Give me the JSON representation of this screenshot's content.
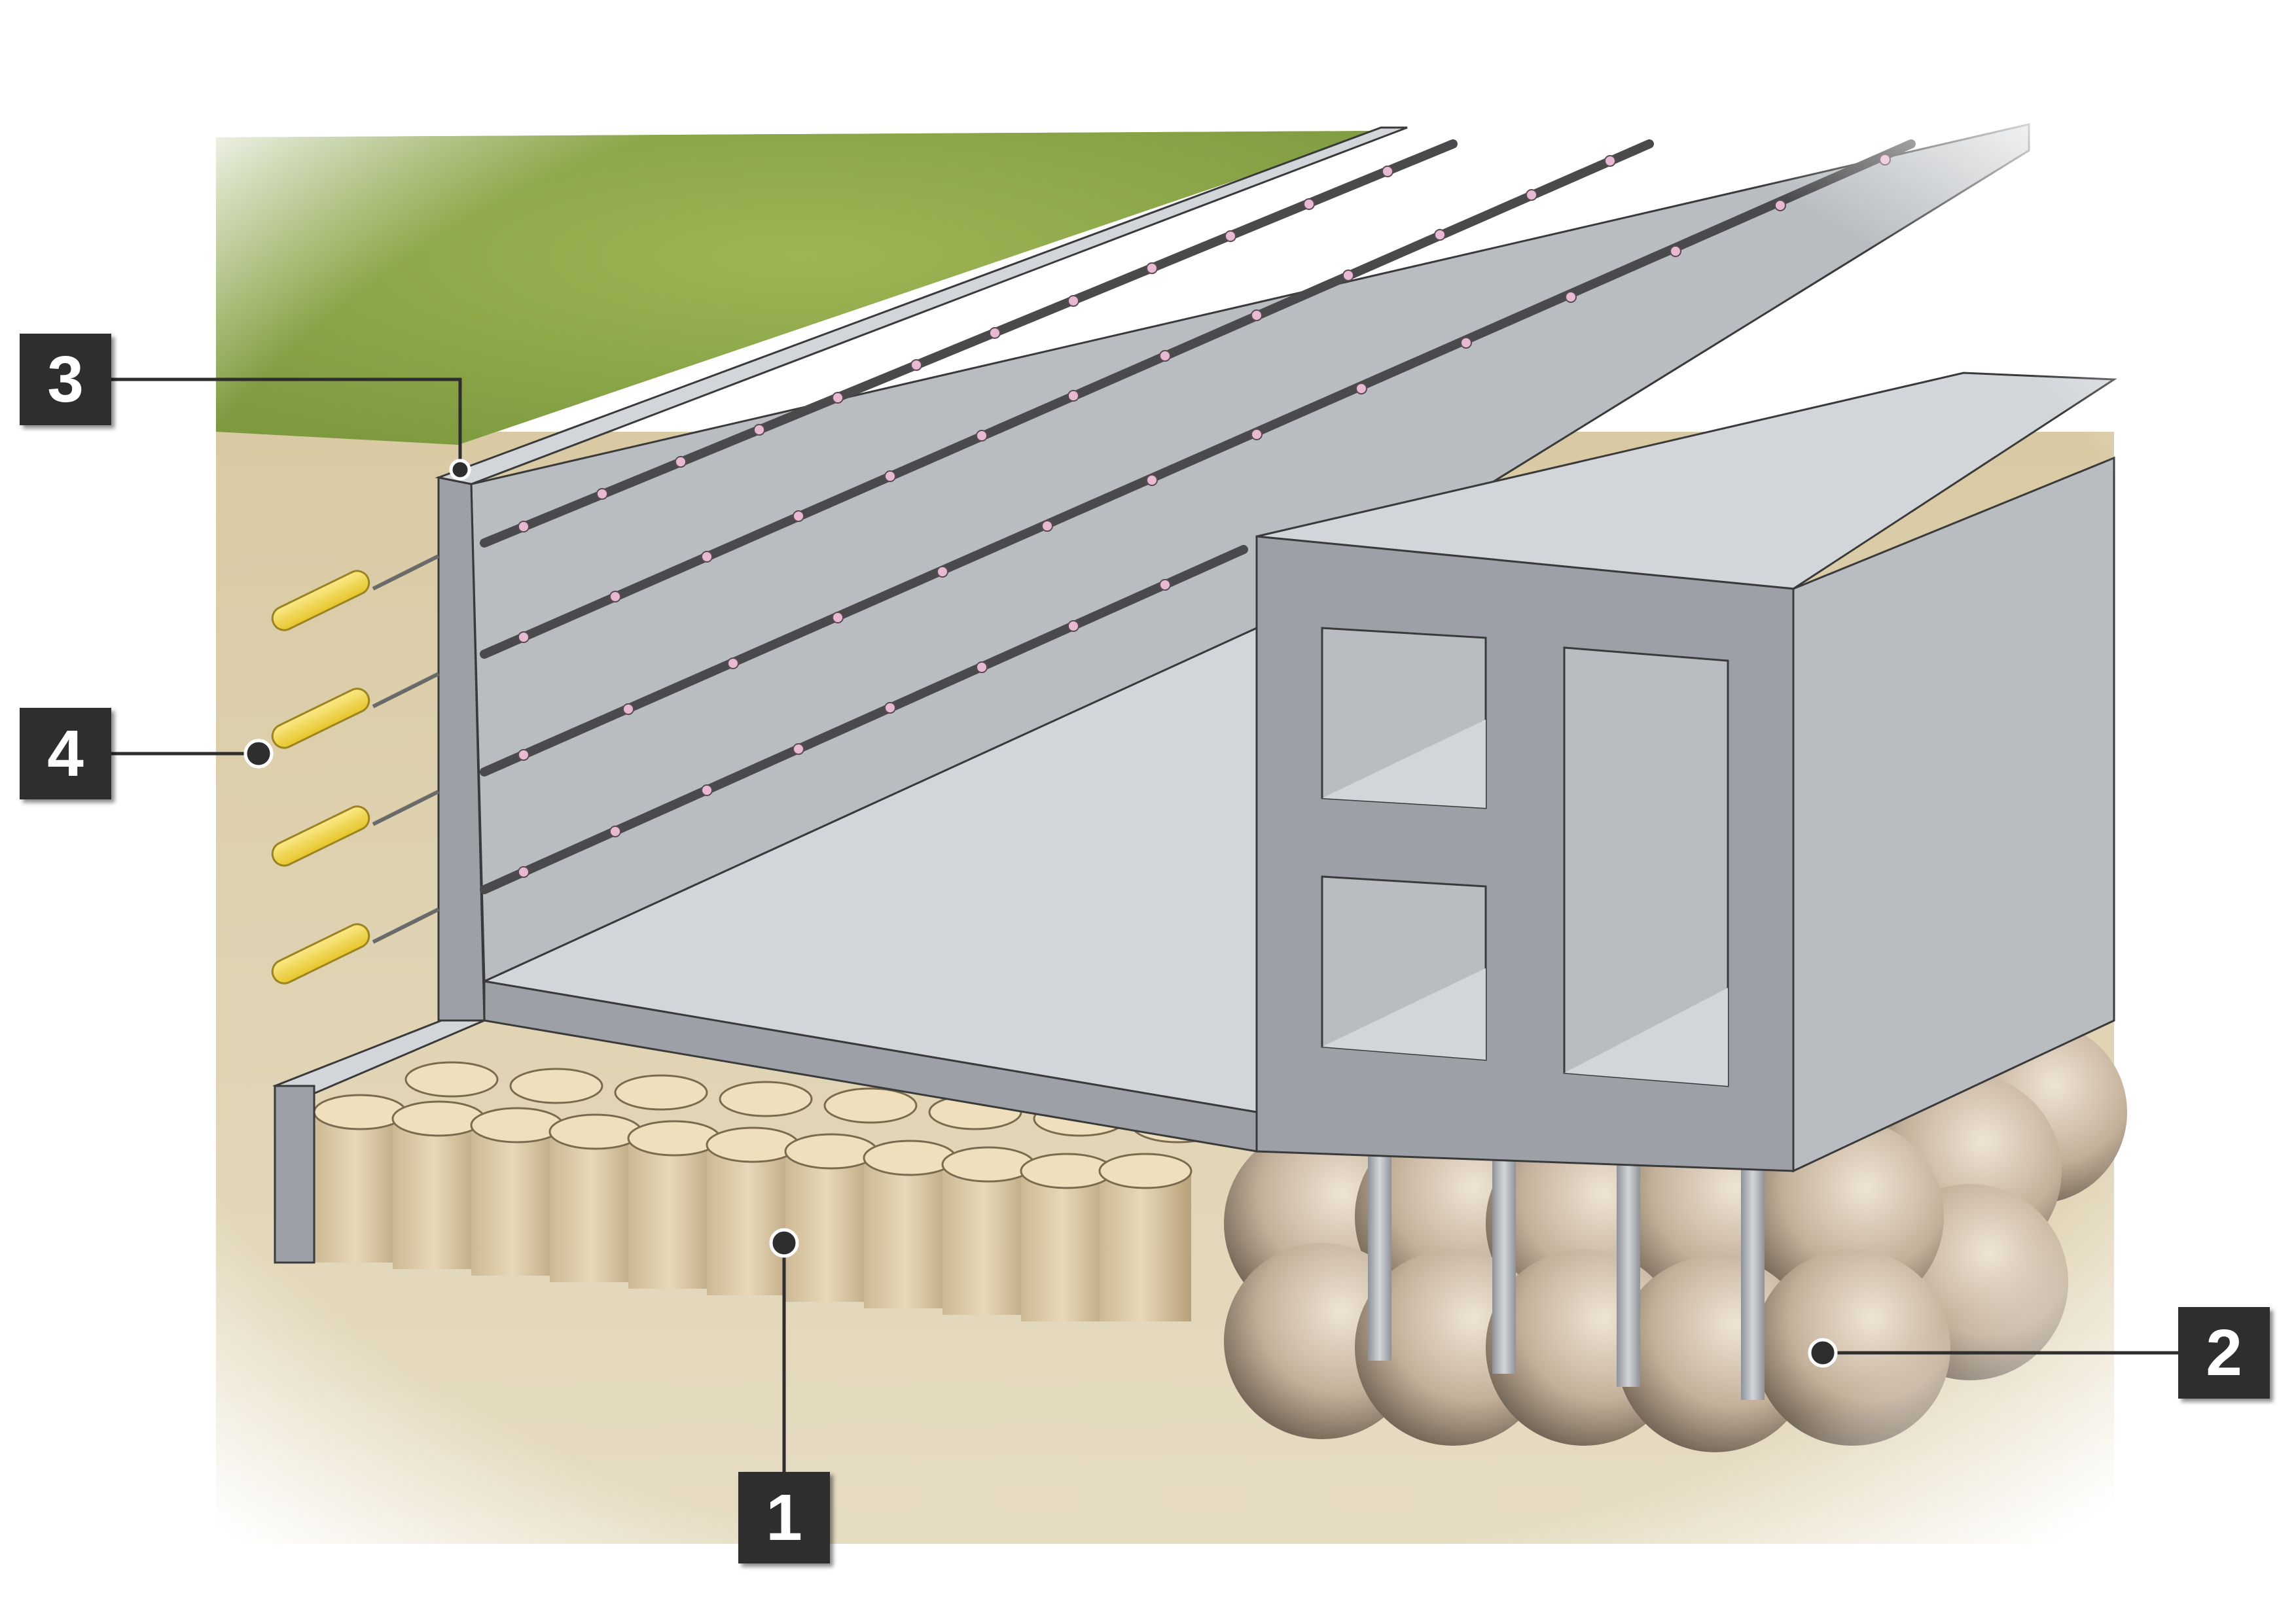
{
  "markers": [
    {
      "id": "m1",
      "label": "1"
    },
    {
      "id": "m2",
      "label": "2"
    },
    {
      "id": "m3",
      "label": "3"
    },
    {
      "id": "m4",
      "label": "4"
    }
  ],
  "colors": {
    "grass": "#8fa84a",
    "soil": "#dccfac",
    "wall_face": "#b9bdc1",
    "wall_top": "#d2d6da",
    "wall_side": "#9da0a6",
    "tie_strap": "#4a4a4c",
    "tie_dot": "#e8b9d2",
    "anchor": "#f2d74a",
    "sandbag": "#dcc8a2",
    "boulder": "#b9a996",
    "leader": "#2e2e2e",
    "marker_bg": "#2e2e2e",
    "marker_text": "#ffffff"
  },
  "icons": {
    "anchor": "yellow-anchor-icon",
    "sandbag": "sandbag-cylinder-icon",
    "boulder": "boulder-icon"
  }
}
